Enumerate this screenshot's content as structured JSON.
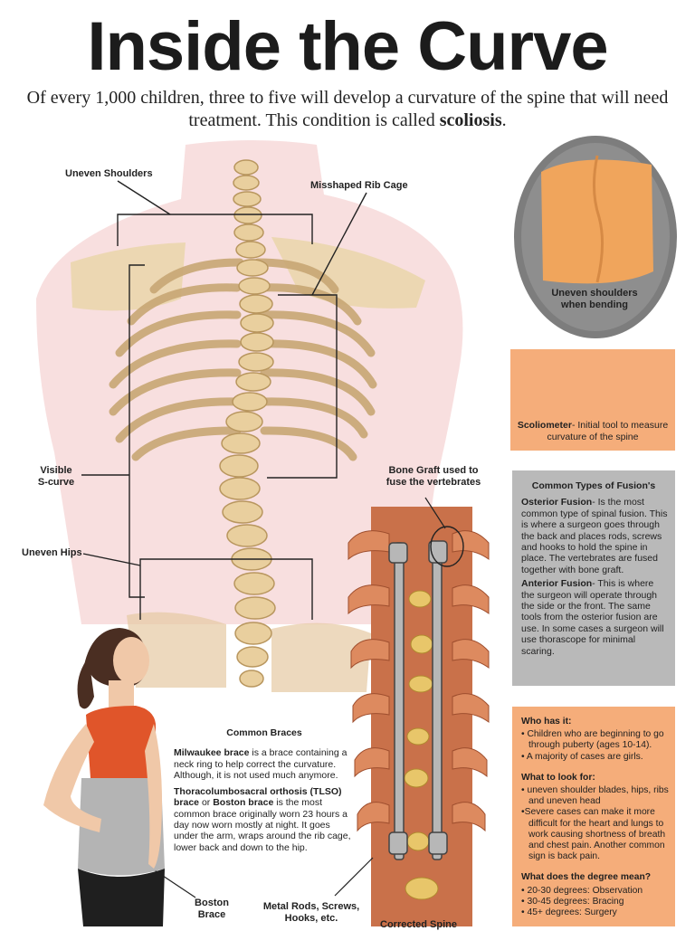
{
  "title": "Inside the Curve",
  "intro": {
    "text": "Of every 1,000 children, three to five will develop a curvature of the spine that will need treatment. This condition is called",
    "term": "scoliosis",
    "end": "."
  },
  "labels": {
    "uneven_shoulders": "Uneven Shoulders",
    "misshaped_rib_cage": "Misshaped Rib Cage",
    "visible_s_curve_1": "Visible",
    "visible_s_curve_2": "S-curve",
    "uneven_hips": "Uneven Hips",
    "bone_graft_1": "Bone Graft used to",
    "bone_graft_2": "fuse the vertebrates",
    "boston_brace_1": "Boston",
    "boston_brace_2": "Brace",
    "metal_rods_1": "Metal Rods, Screws,",
    "metal_rods_2": "Hooks, etc.",
    "corrected_spine": "Corrected Spine",
    "bending_1": "Uneven shoulders",
    "bending_2": "when bending"
  },
  "scoliometer": {
    "name": "Scoliometer",
    "desc": "- Initial tool to measure curvature of  the spine"
  },
  "fusion": {
    "heading": "Common Types of Fusion's",
    "posterior_name": "Osterior Fusion",
    "posterior_text": "- Is the most common type of spinal fusion. This is where a surgeon goes through the back and places rods, screws and  hooks  to hold the spine in place. The vertebrates are fused together with bone graft.",
    "anterior_name": "Anterior Fusion",
    "anterior_text": "- This is where the surgeon will operate through the side or the front. The same tools from the osterior fusion are use. In some cases a surgeon will use thorascope for minimal scaring."
  },
  "braces": {
    "heading": "Common Braces",
    "milwaukee_name": "Milwaukee brace",
    "milwaukee_text": " is a brace containing a neck ring to help correct the curvature. Although, it is not used much anymore.",
    "tlso_name": "Thoracolumbosacral orthosis (TLSO) brace",
    "tlso_or": " or ",
    "boston_name": "Boston brace",
    "tlso_text": " is the most common brace originally worn 23 hours a day now worn mostly at night. It goes under the arm, wraps around the rib cage, lower back and down to the hip."
  },
  "who": {
    "h1": "Who has it:",
    "items1": [
      "• Children who are beginning to go through puberty (ages 10-14).",
      "• A majority of cases are girls."
    ],
    "h2": "What to look for:",
    "items2": [
      "• uneven shoulder blades, hips, ribs and uneven head",
      "•Severe cases can make it more difficult for the heart and lungs to work causing shortness of breath and chest pain. Another common sign is back pain."
    ],
    "h3": "What does the degree mean?",
    "items3": [
      "• 20-30 degrees: Observation",
      "• 30-45 degrees: Bracing",
      "• 45+ degrees: Surgery"
    ]
  },
  "colors": {
    "skin": "#f7d9d9",
    "bone": "#d9b98a",
    "accent_orange": "#f5ad7a",
    "gray_panel": "#b9b9b9",
    "tissue": "#c9714a"
  }
}
